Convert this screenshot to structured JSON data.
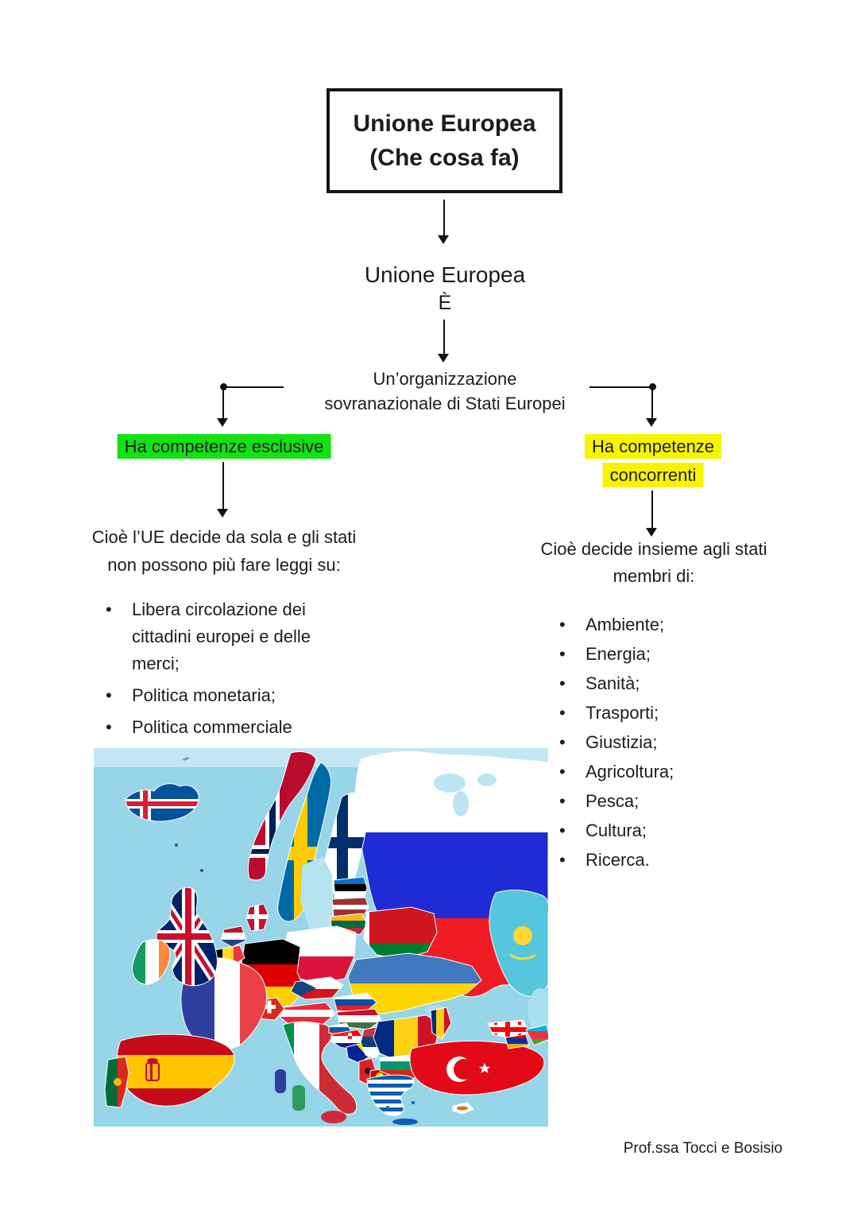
{
  "document": {
    "credit": "Prof.ssa Tocci e Bosisio"
  },
  "title_box": {
    "line1": "Unione Europea",
    "line2": "(Che cosa fa)"
  },
  "flow": {
    "subject": "Unione Europea",
    "verb": "È",
    "definition_line1": "Un’organizzazione",
    "definition_line2": "sovranazionale di Stati Europei"
  },
  "left_branch": {
    "label": "Ha competenze esclusive",
    "highlight_color": "#12e212",
    "intro_line1": "Cioè l’UE decide da sola e gli stati",
    "intro_line2": "non possono più fare leggi su:",
    "bullet_glyph": "•",
    "bullets": [
      "Libera circolazione dei cittadini europei e delle merci;",
      "Politica monetaria;",
      "Politica commerciale"
    ]
  },
  "right_branch": {
    "label_line1": "Ha competenze",
    "label_line2": "concorrenti",
    "highlight_color": "#f8f400",
    "intro_line1": "Cioè decide insieme agli stati",
    "intro_line2": "membri di:",
    "bullet_glyph": "•",
    "bullets": [
      "Ambiente;",
      "Energia;",
      "Sanità;",
      "Trasporti;",
      "Giustizia;",
      "Agricoltura;",
      "Pesca;",
      "Cultura;",
      "Ricerca."
    ]
  },
  "map": {
    "kind": "europe-flags-map",
    "sea_color": "#97d5e8",
    "countries_depicted": [
      "Iceland",
      "Norway",
      "Sweden",
      "Finland",
      "Denmark",
      "United Kingdom",
      "Ireland",
      "Estonia",
      "Latvia",
      "Lithuania",
      "Russia",
      "Kazakhstan",
      "Belarus",
      "Ukraine",
      "Poland",
      "Germany",
      "Netherlands",
      "Belgium",
      "Czechia",
      "Slovakia",
      "Austria",
      "Switzerland",
      "France",
      "Italy",
      "Spain",
      "Portugal",
      "Hungary",
      "Slovenia",
      "Croatia",
      "Bosnia and Herzegovina",
      "Serbia",
      "Albania",
      "North Macedonia",
      "Romania",
      "Moldova",
      "Bulgaria",
      "Greece",
      "Turkey",
      "Georgia",
      "Armenia",
      "Azerbaijan",
      "Cyprus"
    ]
  }
}
